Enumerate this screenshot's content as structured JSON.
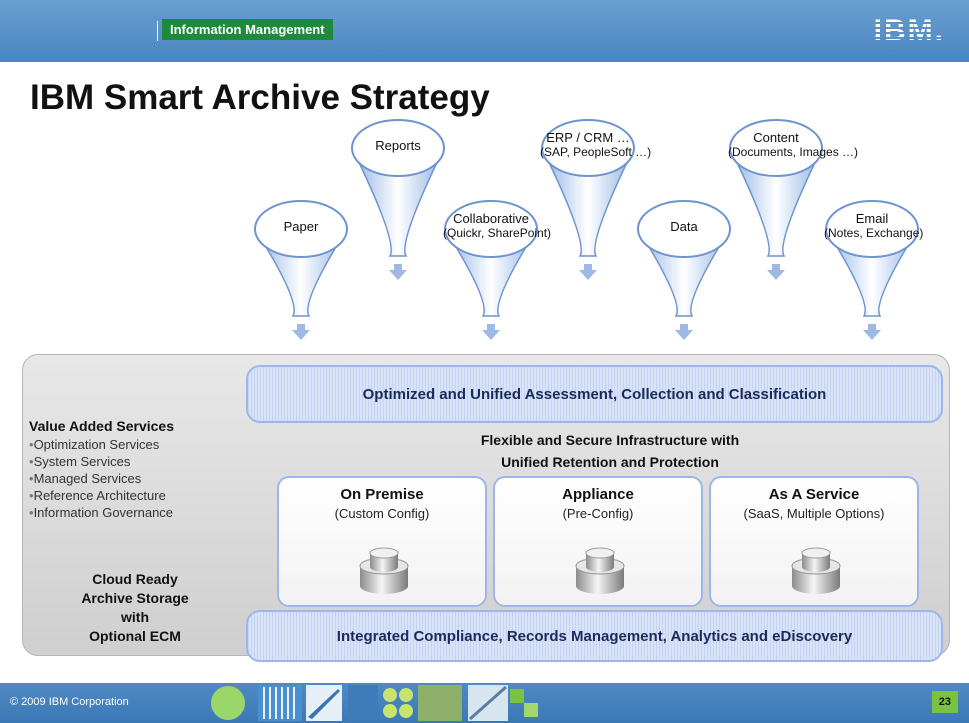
{
  "header": {
    "brand": "Information Management",
    "logo": "IBM."
  },
  "title": "IBM Smart Archive Strategy",
  "funnels": [
    {
      "title": "Paper",
      "sub": ""
    },
    {
      "title": "Reports",
      "sub": ""
    },
    {
      "title": "Collaborative",
      "sub": "(Quickr, SharePoint)"
    },
    {
      "title": "ERP / CRM …",
      "sub": "(SAP, PeopleSoft …)"
    },
    {
      "title": "Data",
      "sub": ""
    },
    {
      "title": "Content",
      "sub": "(Documents, Images …)"
    },
    {
      "title": "Email",
      "sub": "(Notes, Exchange)"
    }
  ],
  "top_band": "Optimized and Unified Assessment, Collection and Classification",
  "value_added": {
    "title": "Value Added Services",
    "items": [
      "Optimization Services",
      "System Services",
      "Managed Services",
      "Reference Architecture",
      "Information Governance"
    ]
  },
  "cloud_ready": [
    "Cloud Ready",
    "Archive Storage with",
    "Optional ECM"
  ],
  "infrastructure": [
    "Flexible and Secure Infrastructure with",
    "Unified Retention and Protection"
  ],
  "deployments": [
    {
      "title": "On Premise",
      "sub": "(Custom Config)"
    },
    {
      "title": "Appliance",
      "sub": "(Pre-Config)"
    },
    {
      "title": "As A Service",
      "sub": "(SaaS, Multiple Options)"
    }
  ],
  "bottom_band": "Integrated Compliance, Records Management, Analytics and eDiscovery",
  "footer": {
    "copyright": "© 2009 IBM Corporation",
    "page": "23"
  },
  "colors": {
    "header": "#4b86c2",
    "brand_badge": "#1e8a3c",
    "band": "#c6d4f3",
    "page_badge": "#7cc242"
  }
}
